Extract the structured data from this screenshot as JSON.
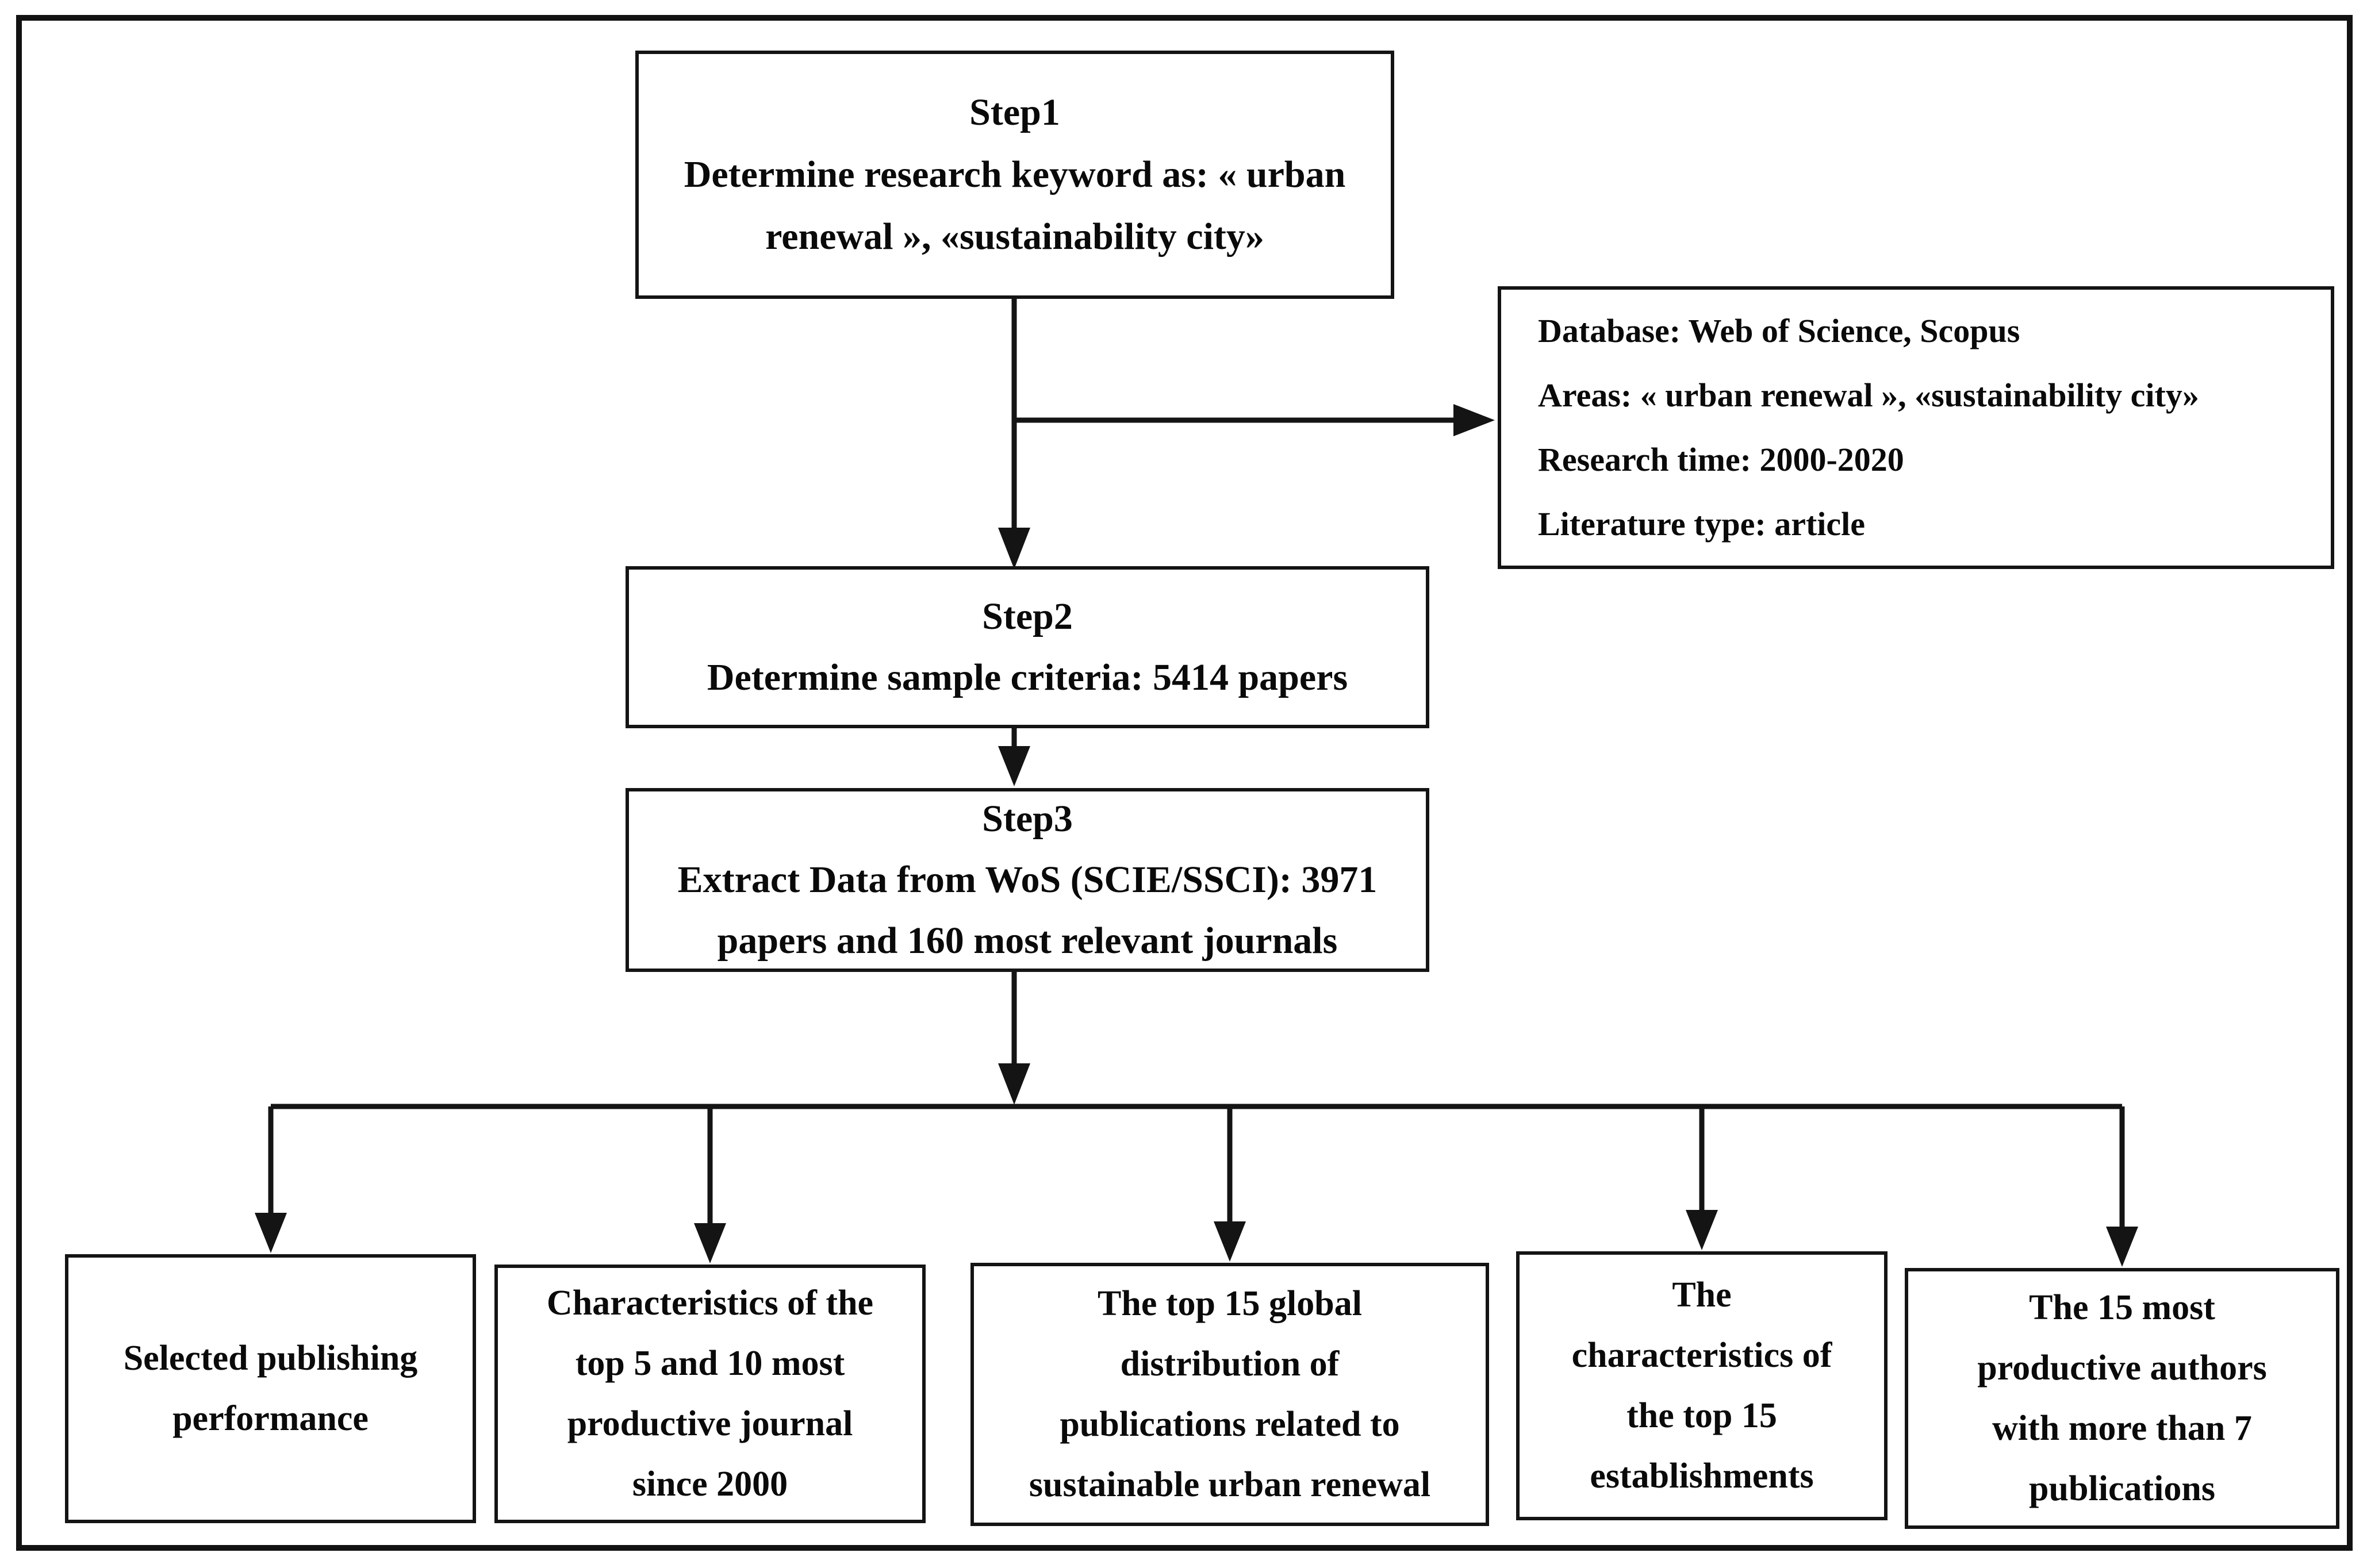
{
  "figure": {
    "type": "flowchart",
    "background_color": "#ffffff",
    "line_color": "#141414",
    "text_color": "#0a0a0a"
  },
  "boxes": {
    "step1": {
      "lines": [
        "Step1",
        "Determine research keyword as: « urban",
        "renewal », «sustainability city»"
      ]
    },
    "criteria": {
      "lines": [
        "Database: Web of Science, Scopus",
        "Areas: « urban renewal », «sustainability city»",
        "Research time: 2000-2020",
        "Literature type: article"
      ]
    },
    "step2": {
      "lines": [
        "Step2",
        "Determine sample criteria: 5414 papers"
      ]
    },
    "step3": {
      "lines": [
        "Step3",
        "Extract Data from WoS (SCIE/SSCI): 3971",
        "papers and 160 most relevant journals"
      ]
    },
    "outcome1": {
      "lines": [
        "Selected publishing",
        "performance"
      ]
    },
    "outcome2": {
      "lines": [
        "Characteristics of the",
        "top 5 and 10 most",
        "productive journal",
        "since 2000"
      ]
    },
    "outcome3": {
      "lines": [
        "The top 15 global",
        "distribution of",
        "publications related to",
        "sustainable urban renewal"
      ]
    },
    "outcome4": {
      "lines": [
        "The",
        "characteristics of",
        "the top 15",
        "establishments"
      ]
    },
    "outcome5": {
      "lines": [
        "The 15 most",
        "productive authors",
        "with more than 7",
        "publications"
      ]
    }
  }
}
